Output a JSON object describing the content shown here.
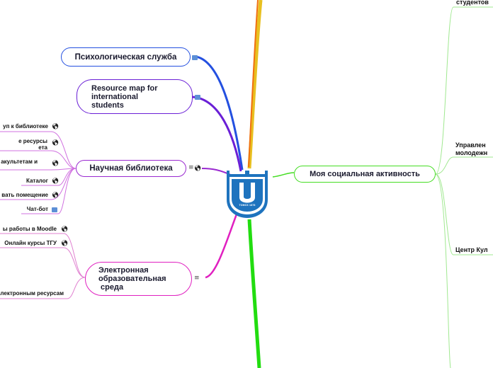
{
  "center": {
    "logo_text": "ТОМСК 1878"
  },
  "nodes": {
    "psych": "Психологическая служба",
    "resource": [
      "Resource map for",
      "international",
      "students"
    ],
    "library": "Научная библиотека",
    "elearn": [
      "Электронная",
      "образовательная",
      " среда"
    ],
    "social": "Моя социальная активность"
  },
  "library_items": [
    "уп к библиотеке",
    "е ресурсы",
    "ета",
    "акультетам и",
    "Каталог",
    "вать помещение",
    "Чат-бот"
  ],
  "elearn_items": [
    "ы работы в Moodle",
    "Онлайн курсы ТГУ",
    "лектронным ресурсам"
  ],
  "social_items": [
    "студентов",
    "Управлен",
    "молодежн",
    "Центр Кул"
  ],
  "icons": {
    "globe": "🌎︎",
    "menu": "≡"
  },
  "colors": {
    "logo_blue": "#1e73be",
    "psych": "#2450e0",
    "resource": "#6a1fd6",
    "library": "#9a2ad0",
    "library_leaf": "#d070e0",
    "elearn": "#e020c0",
    "elearn_leaf": "#e080d0",
    "social": "#44dd22",
    "social_leaf": "#a0e890",
    "top_branch": "#f08010",
    "bottom_branch": "#22dd10"
  }
}
